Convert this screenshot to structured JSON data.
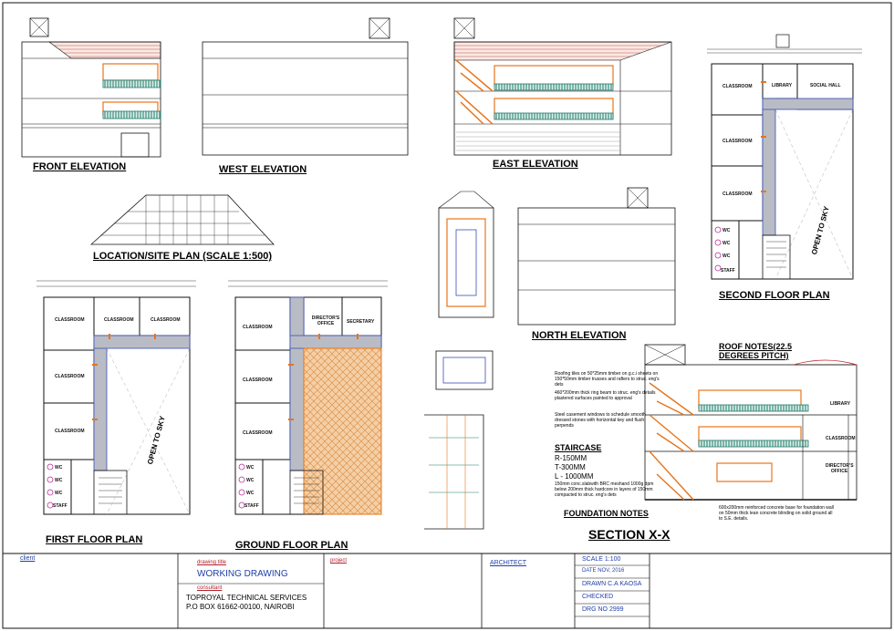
{
  "sheet": {
    "front_elevation": "FRONT   ELEVATION",
    "west_elevation": "WEST  ELEVATION",
    "east_elevation": "EAST  ELEVATION",
    "north_elevation": "NORTH   ELEVATION",
    "location_plan": "LOCATION/SITE PLAN (SCALE 1:500)",
    "first_floor_plan": "FIRST  FLOOR   PLAN",
    "ground_floor_plan": "GROUND  FLOOR  PLAN",
    "second_floor_plan": "SECOND   FLOOR  PLAN",
    "section": "SECTION X-X",
    "open_to_sky": "OPEN TO SKY"
  },
  "rooms": {
    "classroom": "CLASSROOM",
    "library": "LIBRARY",
    "social_hall": "SOCIAL HALL",
    "directors_office": "DIRECTOR'S OFFICE",
    "secretary": "SECRETARY",
    "wc": "WC",
    "staff": "STAFF"
  },
  "notes": {
    "roof_title": "ROOF NOTES(22.5 DEGREES PITCH)",
    "roof_lines": [
      "Roofing tiles on 50*25mm timber on g.c.i sheets on 150*50mm timber trusses and rafters to struc. eng's dets",
      "460*200mm thick ring beam to struc. eng's details plastered surfaces painted to approval",
      "Steel casement windows to schedule smooth dressed stones with horizontal key and flush perpends"
    ],
    "staircase_title": "STAIRCASE",
    "staircase_r": "R-150MM",
    "staircase_t": "T-300MM",
    "staircase_l": "L - 1000MM",
    "staircase_lines": "150mm conc.slabwith BRC meshand 1000g dpm below 200mm thick hardcore in layers of 150mm compacted to struc. eng's dets",
    "foundation_title": "FOUNDATION NOTES",
    "foundation_text": "600x200mm reinforced concrete base for foundation wall on 50mm thick lean concrete blinding on solid ground all to S.E. details."
  },
  "title_block": {
    "client_label": "client",
    "drawing_title_label": "drawing title",
    "drawing_title": "WORKING DRAWING",
    "consultant_label": "consultant",
    "consultant_name": "TOPROYAL TECHNICAL SERVICES",
    "consultant_address": "P.O BOX 61662-00100, NAIROBI",
    "project_label": "project",
    "architect_label": "ARCHITECT",
    "scale": "SCALE 1:100",
    "date": "DATE NOV, 2016",
    "drawn": "DRAWN C.A KAOSA",
    "checked": "CHECKED",
    "drg_no": "DRG NO   2999"
  },
  "colors": {
    "line": "#1a1a1a",
    "orange": "#e8741a",
    "teal": "#1f7a6b",
    "blue_wall": "#3a4fb8",
    "grey_fill": "#b9bcc4",
    "red": "#c0202a",
    "magenta": "#c0289a",
    "hatch": "#f2c9a0"
  }
}
